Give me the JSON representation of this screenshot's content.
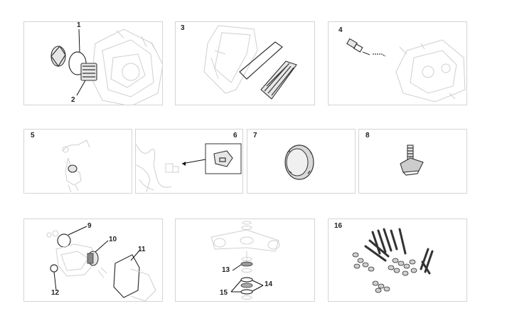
{
  "panels": [
    {
      "id": "p1",
      "number": ""
    },
    {
      "id": "p3",
      "number": "3"
    },
    {
      "id": "p4",
      "number": "4"
    },
    {
      "id": "p5",
      "number": "5"
    },
    {
      "id": "p6",
      "number": "6"
    },
    {
      "id": "p7",
      "number": "7"
    },
    {
      "id": "p8",
      "number": "8"
    },
    {
      "id": "p9",
      "number": ""
    },
    {
      "id": "p13",
      "number": ""
    },
    {
      "id": "p16",
      "number": "16"
    }
  ],
  "callouts": {
    "c1": "1",
    "c2": "2",
    "c9": "9",
    "c10": "10",
    "c11": "11",
    "c12": "12",
    "c13": "13",
    "c14": "14",
    "c15": "15"
  },
  "colors": {
    "border": "#d4d4d4",
    "ghost": "#cfcfcf",
    "line": "#333333"
  }
}
